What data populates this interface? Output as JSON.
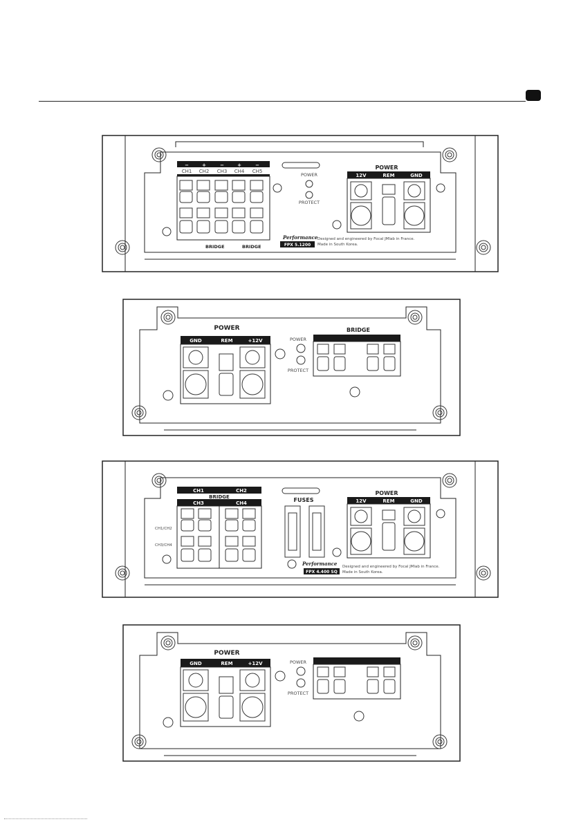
{
  "page": {
    "tab_label": ""
  },
  "amp1": {
    "ch_labels_top": [
      "−",
      "+",
      "−",
      "+",
      "−"
    ],
    "ch_labels": [
      "CH1",
      "CH2",
      "CH3",
      "CH4",
      "CH5"
    ],
    "ch_labels_bottom": [
      "+",
      "−",
      "+",
      "−",
      "+"
    ],
    "status": [
      "POWER",
      "PROTECT"
    ],
    "power_title": "POWER",
    "power_cols": [
      "12V",
      "REM",
      "GND"
    ],
    "bridge_left": "BRIDGE",
    "bridge_right": "BRIDGE",
    "brand": "Performance",
    "model": "FPX 5.1200",
    "desc_line1": "Designed and engineered by Focal JMlab in France.",
    "desc_line2": "Made in South Korea."
  },
  "amp2": {
    "power_title": "POWER",
    "power_cols": [
      "GND",
      "REM",
      "+12V"
    ],
    "status": [
      "POWER",
      "PROTECT"
    ],
    "bridge_title": "BRIDGE"
  },
  "amp3": {
    "ch_top": [
      "CH1",
      "CH2"
    ],
    "bridge": "BRIDGE",
    "ch_bottom": [
      "CH3",
      "CH4"
    ],
    "row_labels": [
      "CH1/CH2",
      "CH3/CH4"
    ],
    "fuses": "FUSES",
    "power_title": "POWER",
    "power_cols": [
      "12V",
      "REM",
      "GND"
    ],
    "brand": "Performance",
    "model": "FPX 4.400 SQ",
    "desc_line1": "Designed and engineered by Focal JMlab in France.",
    "desc_line2": "Made in South Korea."
  },
  "amp4": {
    "power_title": "POWER",
    "power_cols": [
      "GND",
      "REM",
      "+12V"
    ],
    "status": [
      "POWER",
      "PROTECT"
    ]
  }
}
